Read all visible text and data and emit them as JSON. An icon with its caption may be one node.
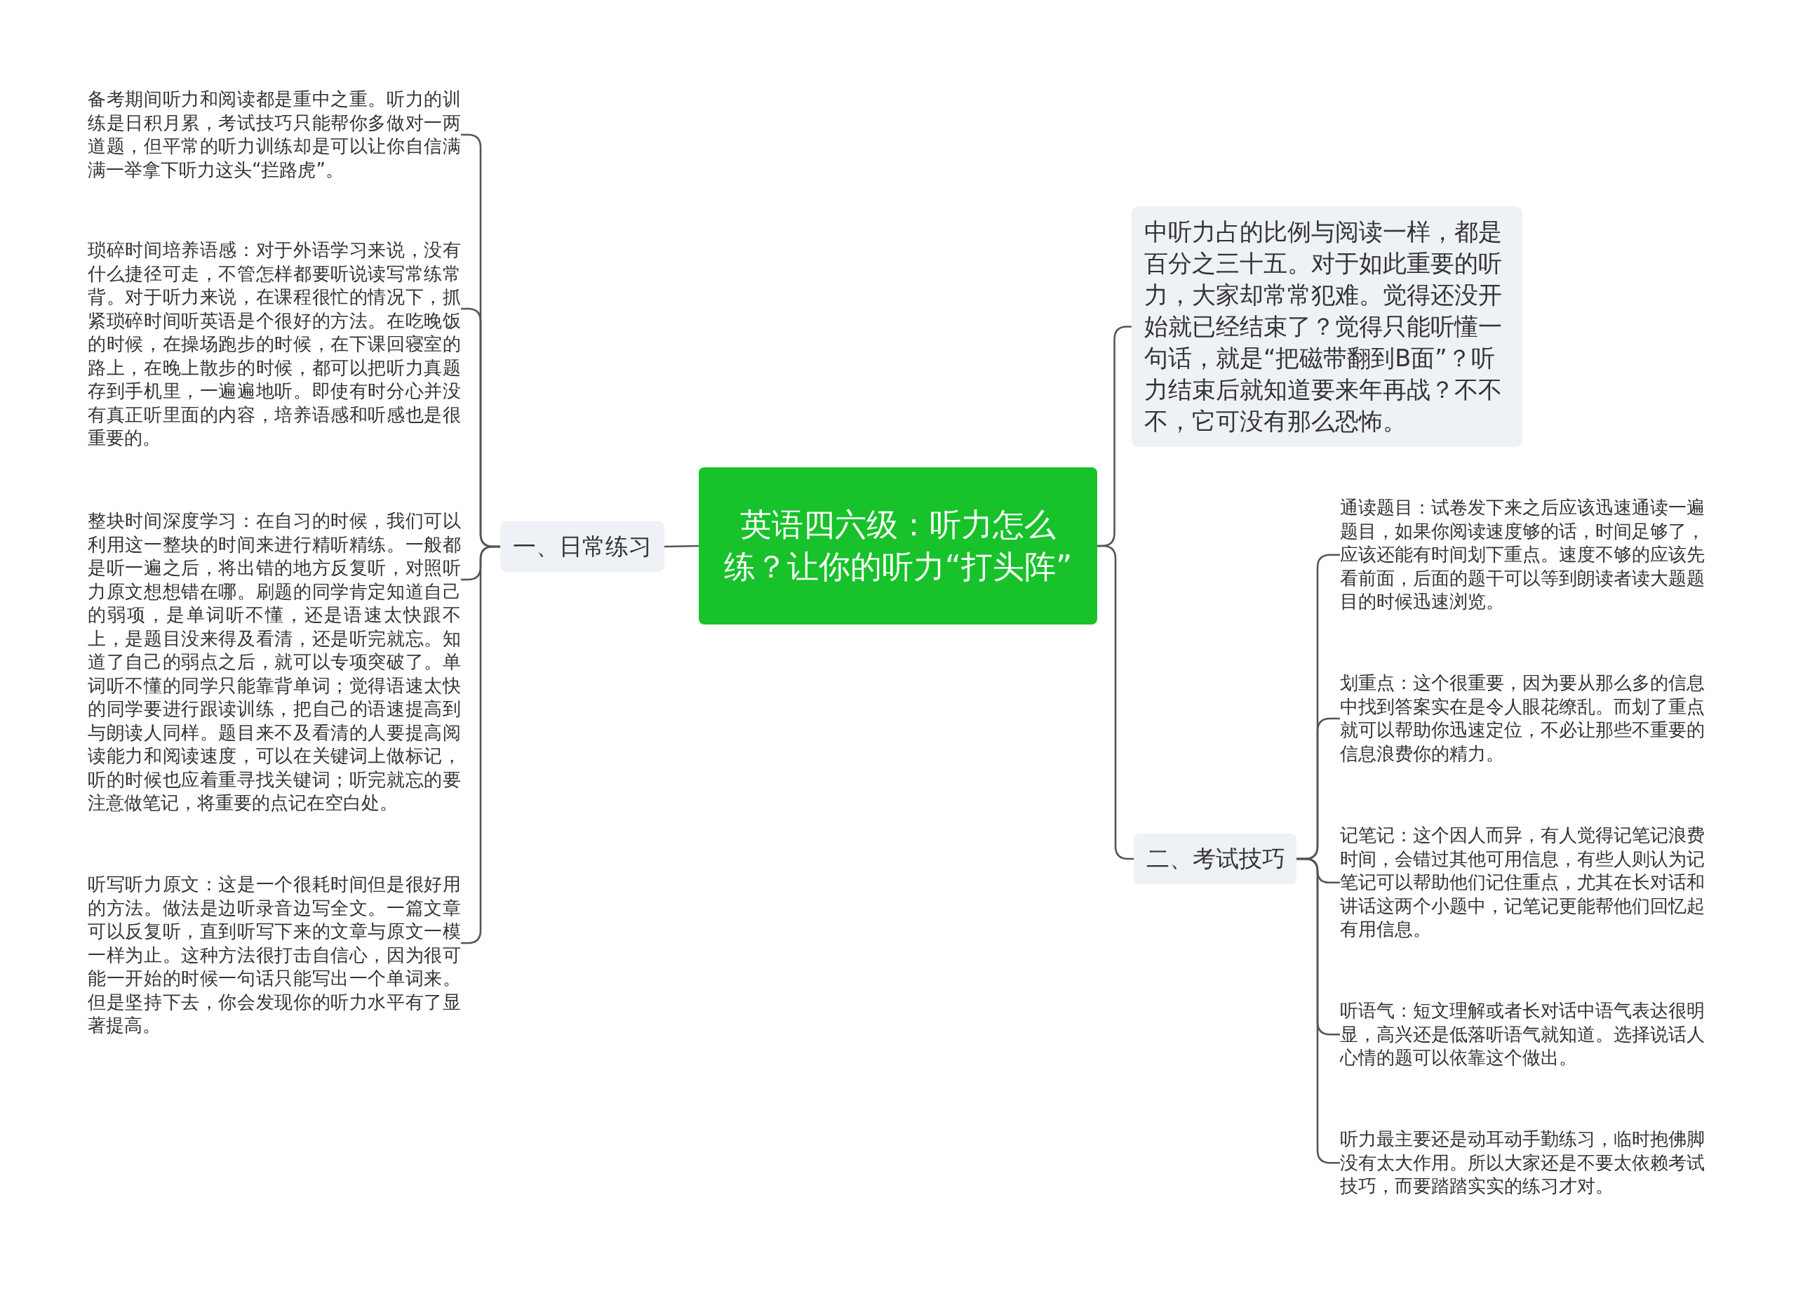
{
  "diagram": {
    "nodes": [
      {
        "text": [
          "英语四六级：听力怎么练？让你的听力“打头阵”"
        ]
      },
      {
        "text": [
          "一、日常练习"
        ]
      },
      {
        "text": [
          "备考期间听力和阅读都是重中之重。听力的训练是日积月累，考试技巧只能帮你多做对一两道题，但平常的听力训练却是可以让你自信满满一举拿下听力这头“拦路虎”。"
        ]
      },
      {
        "text": [
          "琐碎时间培养语感：对于外语学习来说，没有什么捷径可走，不管怎样都要听说读写常练常背。对于听力来说，在课程很忙的情况下，抓紧琐碎时间听英语是个很好的方法。在吃晚饭的时候，在操场跑步的时候，在下课回寝室的路上，在晚上散步的时候，都可以把听力真题存到手机里，一遍遍地听。即使有时分心并没有真正听里面的内容，培养语感和听感也是很重要的。"
        ]
      },
      {
        "text": [
          "整块时间深度学习：在自习的时候，我们可以利用这一整块的时间来进行精听精练。一般都是听一遍之后，将出错的地方反复听，对照听力原文想想错在哪。刷题的同学肯定知道自己的弱项，是单词听不懂，还是语速太快跟不上，是题目没来得及看清，还是听完就忘。知道了自己的弱点之后，就可以专项突破了。单词听不懂的同学只能靠背单词；觉得语速太快的同学要进行跟读训练，把自己的语速提高到与朗读人同样。题目来不及看清的人要提高阅读能力和阅读速度，可以在关键词上做标记，听的时候也应着重寻找关键词；听完就忘的要注意做笔记，将重要的点记在空白处。"
        ]
      },
      {
        "text": [
          "听写听力原文：这是一个很耗时间但是很好用的方法。做法是边听录音边写全文。一篇文章可以反复听，直到听写下来的文章与原文一模一样为止。这种方法很打击自信心，因为很可能一开始的时候一句话只能写出一个单词来。但是坚持下去，你会发现你的听力水平有了显著提高。"
        ]
      },
      {
        "text": [
          "中听力占的比例与阅读一样，都是百分之三十五。对于如此重要的听力，大家却常常犯难。觉得还没开始就已经结束了？觉得只能听懂一句话，就是“把磁带翻到B面”？听力结束后就知道要来年再战？不不不，它可没有那么恐怖。"
        ]
      },
      {
        "text": [
          "二、考试技巧"
        ]
      },
      {
        "text": [
          "通读题目：试卷发下来之后应该迅速通读一遍题目，如果你阅读速度够的话，时间足够了，应该还能有时间划下重点。速度不够的应该先看前面，后面的题干可以等到朗读者读大题题目的时候迅速浏览。"
        ]
      },
      {
        "text": [
          "划重点：这个很重要，因为要从那么多的信息中找到答案实在是令人眼花缭乱。而划了重点就可以帮助你迅速定位，不必让那些不重要的信息浪费你的精力。"
        ]
      },
      {
        "text": [
          "记笔记：这个因人而异，有人觉得记笔记浪费时间，会错过其他可用信息，有些人则认为记笔记可以帮助他们记住重点，尤其在长对话和讲话这两个小题中，记笔记更能帮他们回忆起有用信息。"
        ]
      },
      {
        "text": [
          "听语气：短文理解或者长对话中语气表达很明显，高兴还是低落听语气就知道。选择说话人心情的题可以依靠这个做出。"
        ]
      },
      {
        "text": [
          "听力最主要还是动耳动手勤练习，临时抱佛脚没有太大作用。所以大家还是不要太依赖考试技巧，而要踏踏实实的练习才对。"
        ]
      }
    ],
    "edges": [
      {
        "from": 0,
        "to": 1,
        "arrow": "none"
      },
      {
        "from": 1,
        "to": 2,
        "arrow": "none"
      },
      {
        "from": 1,
        "to": 3,
        "arrow": "none"
      },
      {
        "from": 1,
        "to": 4,
        "arrow": "none"
      },
      {
        "from": 1,
        "to": 5,
        "arrow": "none"
      },
      {
        "from": 0,
        "to": 6,
        "arrow": "none"
      },
      {
        "from": 0,
        "to": 7,
        "arrow": "none"
      },
      {
        "from": 7,
        "to": 8,
        "arrow": "none"
      },
      {
        "from": 7,
        "to": 9,
        "arrow": "none"
      },
      {
        "from": 7,
        "to": 10,
        "arrow": "none"
      },
      {
        "from": 7,
        "to": 11,
        "arrow": "none"
      },
      {
        "from": 7,
        "to": 12,
        "arrow": "none"
      }
    ]
  }
}
